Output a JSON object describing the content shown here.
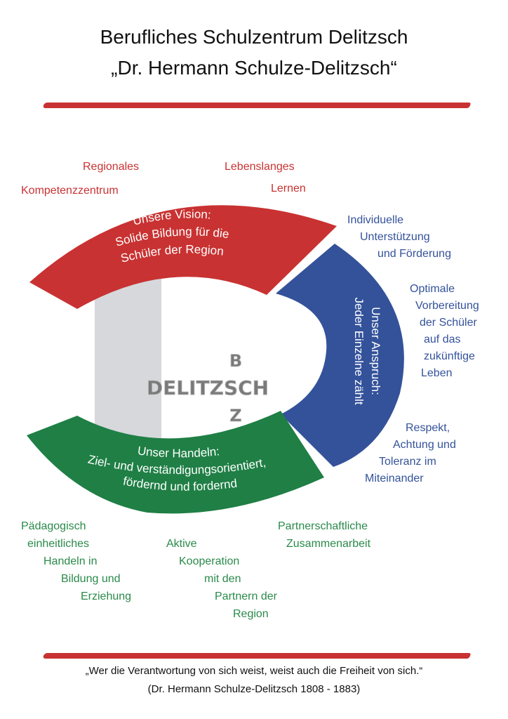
{
  "header": {
    "title_line1": "Berufliches Schulzentrum Delitzsch",
    "title_line2": "„Dr. Hermann Schulze-Delitzsch“"
  },
  "vision": {
    "segment_color": "#c93232",
    "heading": "Unsere Vision:",
    "line2": "Solide Bildung für die",
    "line3": "Schüler der Region",
    "notes": [
      "Regionales",
      "Kompetenzzentrum",
      "Lebenslanges",
      "Lernen"
    ]
  },
  "claim": {
    "segment_color": "#34529a",
    "heading": "Unser Anspruch:",
    "line2": "Jeder Einzelne zählt",
    "notes": [
      "Individuelle",
      "Unterstützung",
      "und Förderung",
      "Optimale",
      "Vorbereitung",
      "der Schüler",
      "auf das",
      "zukünftige",
      "Leben",
      "Respekt,",
      "Achtung und",
      "Toleranz im",
      "Miteinander"
    ]
  },
  "action": {
    "segment_color": "#1f7f45",
    "heading": "Unser Handeln:",
    "line2": "Ziel- und verständigungsorientiert,",
    "line3": "fördernd und fordernd",
    "notes": [
      "Pädagogisch",
      "einheitliches",
      "Handeln in",
      "Bildung und",
      "Erziehung",
      "Aktive",
      "Kooperation",
      "mit den",
      "Partnern der",
      "Region",
      "Partnerschaftliche",
      "Zusammenarbeit"
    ]
  },
  "logo": {
    "letter_top": "B",
    "word": "DELITZSCH",
    "letter_bottom": "Z",
    "color": "#7a7a7a"
  },
  "footer": {
    "quote": "„Wer die Verantwortung von sich weist, weist auch die Freiheit von sich.“",
    "attribution": "(Dr. Hermann Schulze-Delitzsch 1808 - 1883)"
  },
  "colors": {
    "accent_red": "#c93232",
    "blue": "#34529a",
    "green": "#1f7f45",
    "grey_bar": "#d6d8dc"
  }
}
